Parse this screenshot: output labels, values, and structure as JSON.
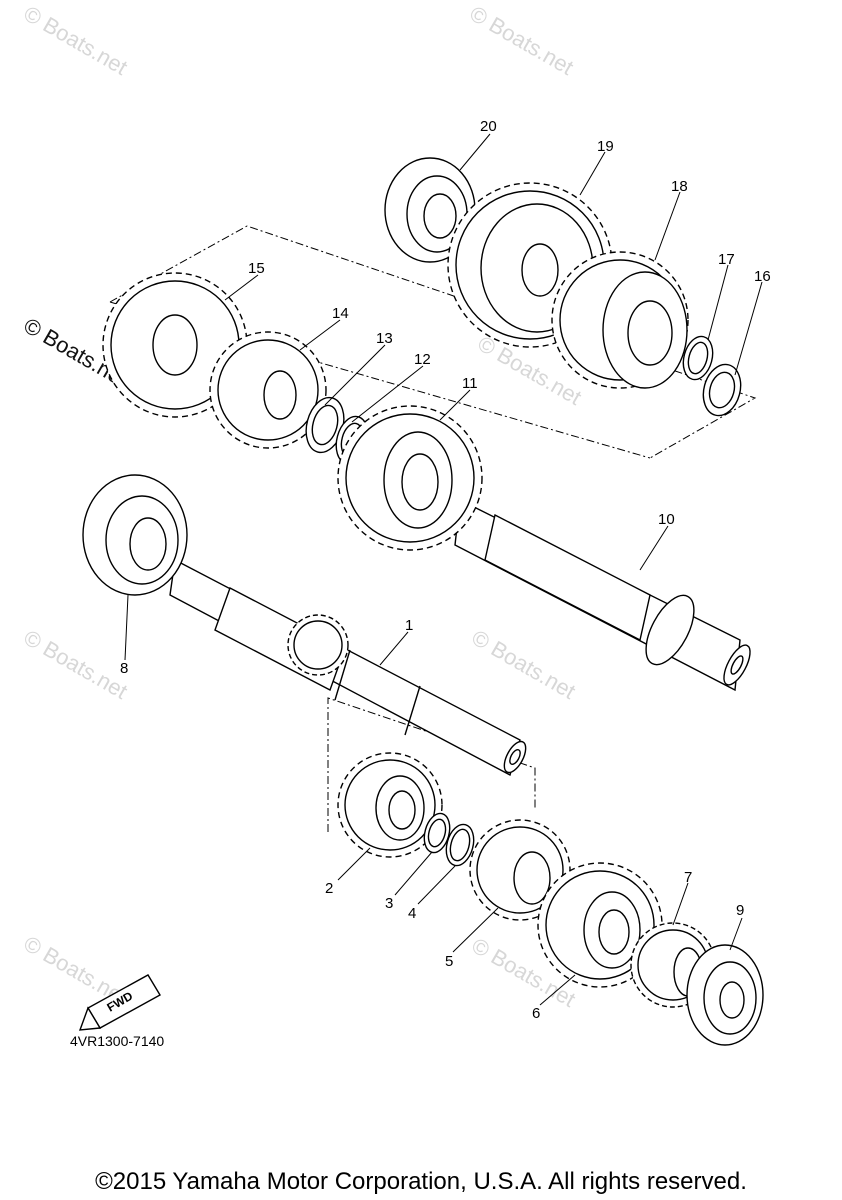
{
  "watermark_text": "© Boats.net",
  "diagram_code": "4VR1300-7140",
  "fwd_label": "FWD",
  "copyright": "©2015 Yamaha Motor Corporation, U.S.A. All rights reserved.",
  "part_labels": [
    "1",
    "2",
    "3",
    "4",
    "5",
    "6",
    "7",
    "8",
    "9",
    "10",
    "11",
    "12",
    "13",
    "14",
    "15",
    "16",
    "17",
    "18",
    "19",
    "20"
  ]
}
